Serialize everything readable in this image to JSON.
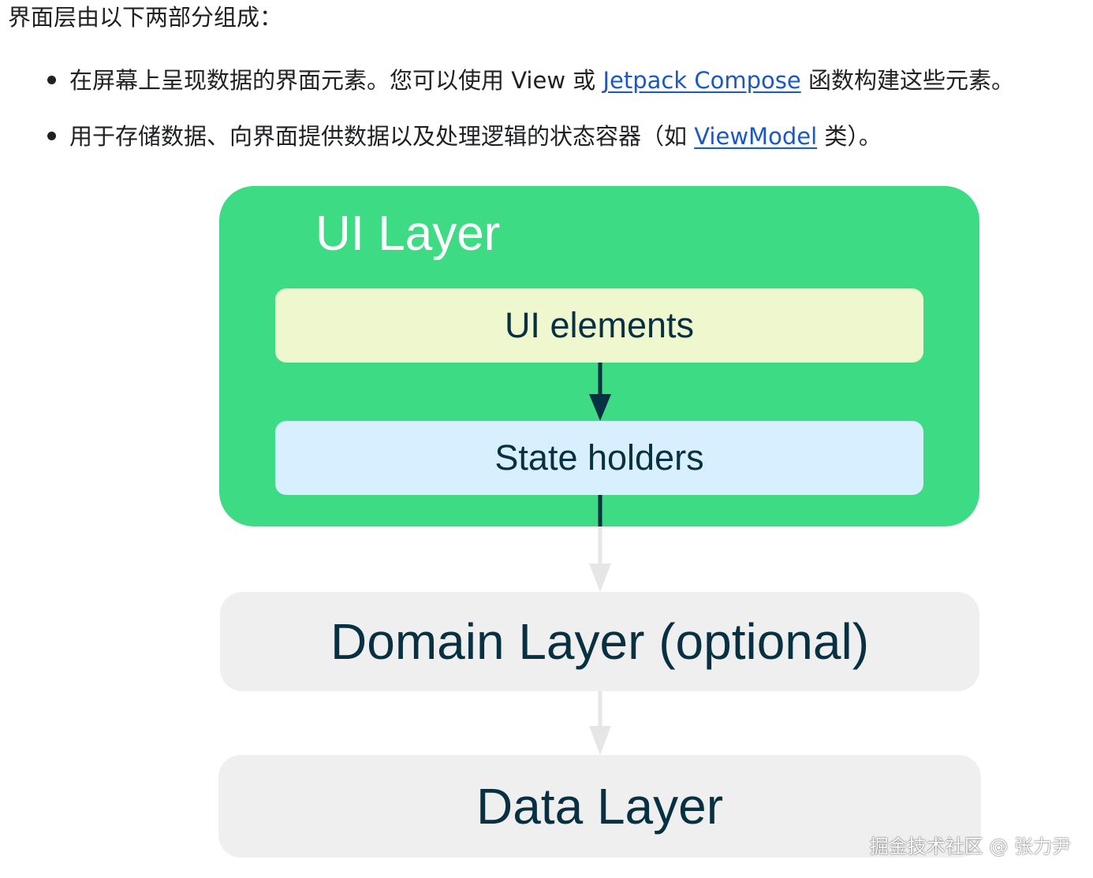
{
  "text": {
    "intro": "界面层由以下两部分组成：",
    "bullet1": {
      "before": "在屏幕上呈现数据的界面元素。您可以使用 View 或 ",
      "link": "Jetpack Compose",
      "after": " 函数构建这些元素。"
    },
    "bullet2": {
      "before": "用于存储数据、向界面提供数据以及处理逻辑的状态容器（如 ",
      "link": "ViewModel",
      "after": " 类）。"
    }
  },
  "diagram": {
    "ui_layer": {
      "title": "UI Layer",
      "ui_elements": "UI elements",
      "state_holders": "State holders"
    },
    "domain_layer": "Domain Layer (optional)",
    "data_layer": "Data Layer"
  },
  "watermark": "掘金技术社区 @ 张力尹",
  "colors": {
    "ui_layer_bg": "#3ddc84",
    "ui_elements_bg": "#eff7cf",
    "state_holders_bg": "#d7effe",
    "layer_bg": "#efefef",
    "label_text": "#073042",
    "link": "#1a57c9"
  }
}
